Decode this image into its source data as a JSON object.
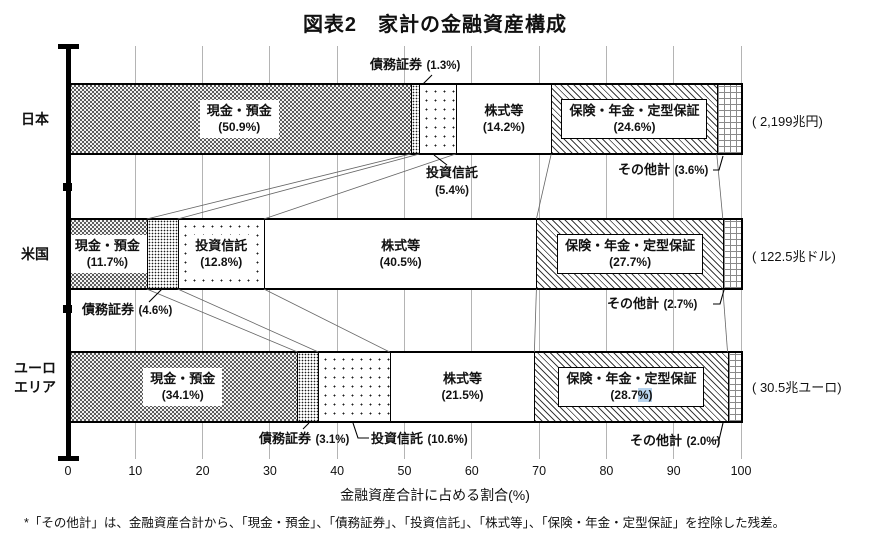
{
  "title": "図表2　家計の金融資産構成",
  "chart_data": {
    "type": "bar",
    "variant": "stacked-horizontal",
    "xlabel": "金融資産合計に占める割合(%)",
    "xlim": [
      0,
      100
    ],
    "xticks": [
      0,
      10,
      20,
      30,
      40,
      50,
      60,
      70,
      80,
      90,
      100
    ],
    "grid": true,
    "legend_position": "none",
    "categories": [
      "現金・預金",
      "債務証券",
      "投資信託",
      "株式等",
      "保険・年金・定型保証",
      "その他計"
    ],
    "pattern_names": [
      "dark-checker",
      "fine-dots",
      "sparse-dots",
      "plain-white",
      "diagonal-hatch",
      "dotted-grid"
    ],
    "rows": [
      {
        "key": "japan",
        "label_lines": [
          "日本"
        ],
        "total_label": "( 2,199兆円)",
        "values": [
          50.9,
          1.3,
          5.4,
          14.2,
          24.6,
          3.6
        ]
      },
      {
        "key": "us",
        "label_lines": [
          "米国"
        ],
        "total_label": "( 122.5兆ドル)",
        "values": [
          11.7,
          4.6,
          12.8,
          40.5,
          27.7,
          2.7
        ]
      },
      {
        "key": "euro",
        "label_lines": [
          "ユーロ",
          "エリア"
        ],
        "total_label": "( 30.5兆ユーロ)",
        "values": [
          34.1,
          3.1,
          10.6,
          21.5,
          28.7,
          2.0
        ]
      }
    ]
  },
  "highlight": {
    "row": 2,
    "segment": 4,
    "part": "%)",
    "color": "#b7d3ee"
  },
  "footnote": "*「その他計」は、金融資産合計から、「現金・預金」、「債務証券」、「投資信託」、「株式等」、「保険・年金・定型保証」を控除した残差。"
}
